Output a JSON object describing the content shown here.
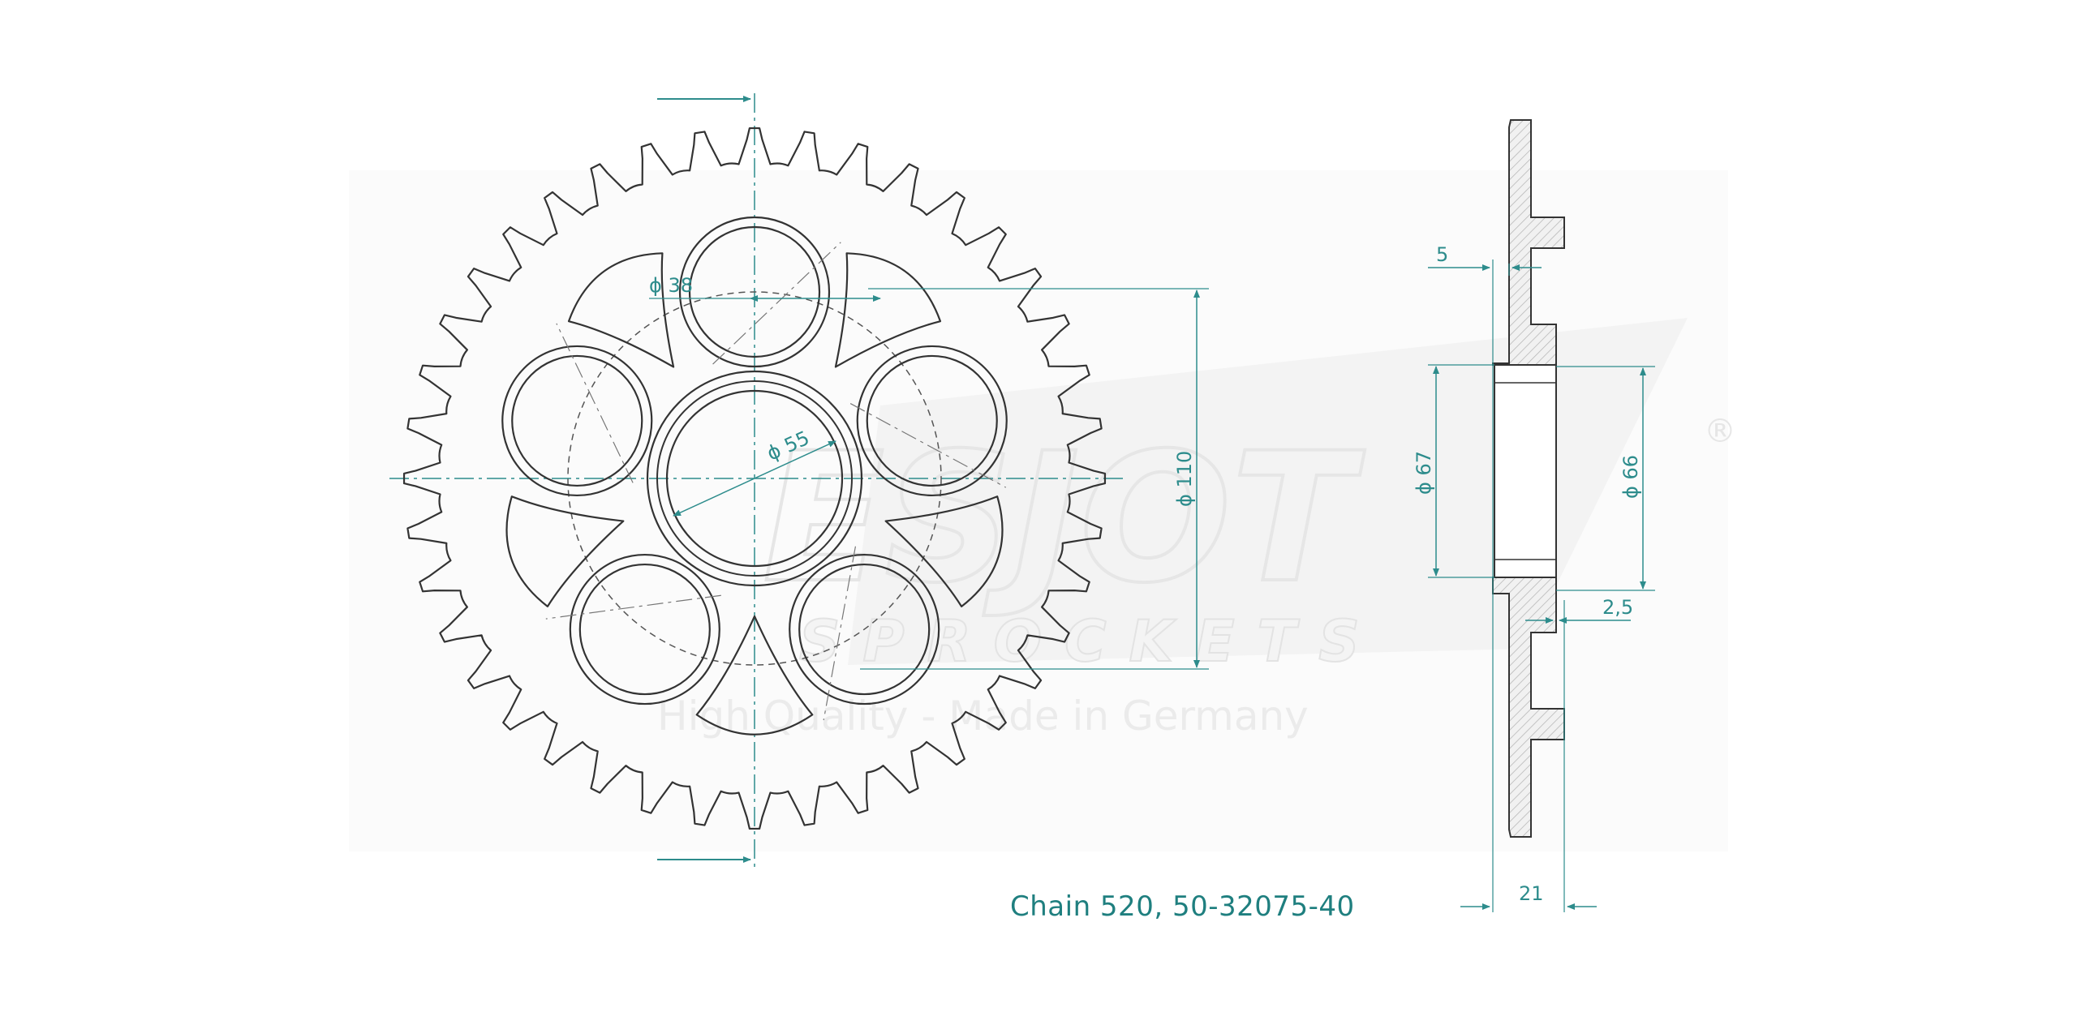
{
  "watermark": {
    "brand": "ESJOT",
    "registered": "®",
    "sub": "SPROCKETS",
    "tagline": "High Quality - Made in Germany"
  },
  "dimensions": {
    "d38": "ϕ 38",
    "d55": "ϕ 55",
    "d110": "ϕ 110",
    "d67": "ϕ 67",
    "d66": "ϕ 66",
    "w5": "5",
    "w25": "2,5",
    "w21": "21"
  },
  "caption": "Chain 520, 50-32075-40",
  "sprocket": {
    "teeth": 40
  },
  "colors": {
    "line": "#333333",
    "dim": "#2d8c8c",
    "accent": "#1f7f7f",
    "watermark": "#ececec"
  }
}
